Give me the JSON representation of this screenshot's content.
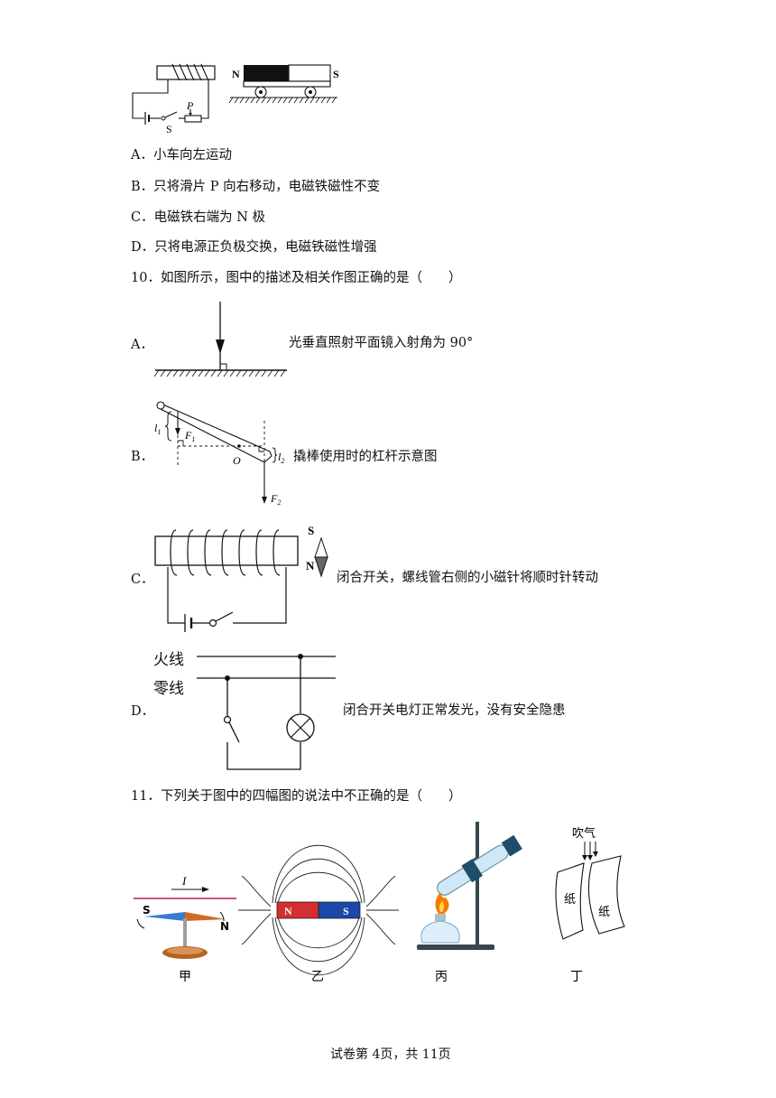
{
  "fig9": {
    "magnet_n": "N",
    "magnet_s": "S",
    "slider_p": "P",
    "switch_s": "S"
  },
  "q9": {
    "options": [
      {
        "letter": "A．",
        "text": "小车向左运动"
      },
      {
        "letter": "B．",
        "text": "只将滑片 P 向右移动，电磁铁磁性不变"
      },
      {
        "letter": "C．",
        "text": "电磁铁右端为 N 极"
      },
      {
        "letter": "D．",
        "text": "只将电源正负极交换，电磁铁磁性增强"
      }
    ]
  },
  "q10": {
    "stem": "10．如图所示，图中的描述及相关作图正确的是（　　）",
    "options": [
      {
        "letter": "A．",
        "text": "光垂直照射平面镜入射角为 90°"
      },
      {
        "letter": "B．",
        "text": "撬棒使用时的杠杆示意图"
      },
      {
        "letter": "C．",
        "text": "闭合开关，螺线管右侧的小磁针将顺时针转动"
      },
      {
        "letter": "D．",
        "text": "闭合开关电灯正常发光，没有安全隐患"
      }
    ],
    "lever": {
      "l1": "l",
      "l1_sub": "1",
      "f1": "F",
      "f1_sub": "1",
      "o": "O",
      "l2": "l",
      "l2_sub": "2",
      "f2": "F",
      "f2_sub": "2"
    },
    "needle": {
      "s": "S",
      "n": "N"
    },
    "wires": {
      "live": "火线",
      "neutral": "零线"
    }
  },
  "q11": {
    "stem": "11．下列关于图中的四幅图的说法中不正确的是（　　）",
    "captions": [
      "甲",
      "乙",
      "丙",
      "丁"
    ],
    "jia": {
      "current": "I",
      "s": "S",
      "n": "N"
    },
    "yi": {
      "n": "N",
      "s": "S"
    },
    "ding": {
      "blow": "吹气",
      "paper1": "纸",
      "paper2": "纸"
    }
  },
  "footer": "试卷第 4页，共 11页"
}
